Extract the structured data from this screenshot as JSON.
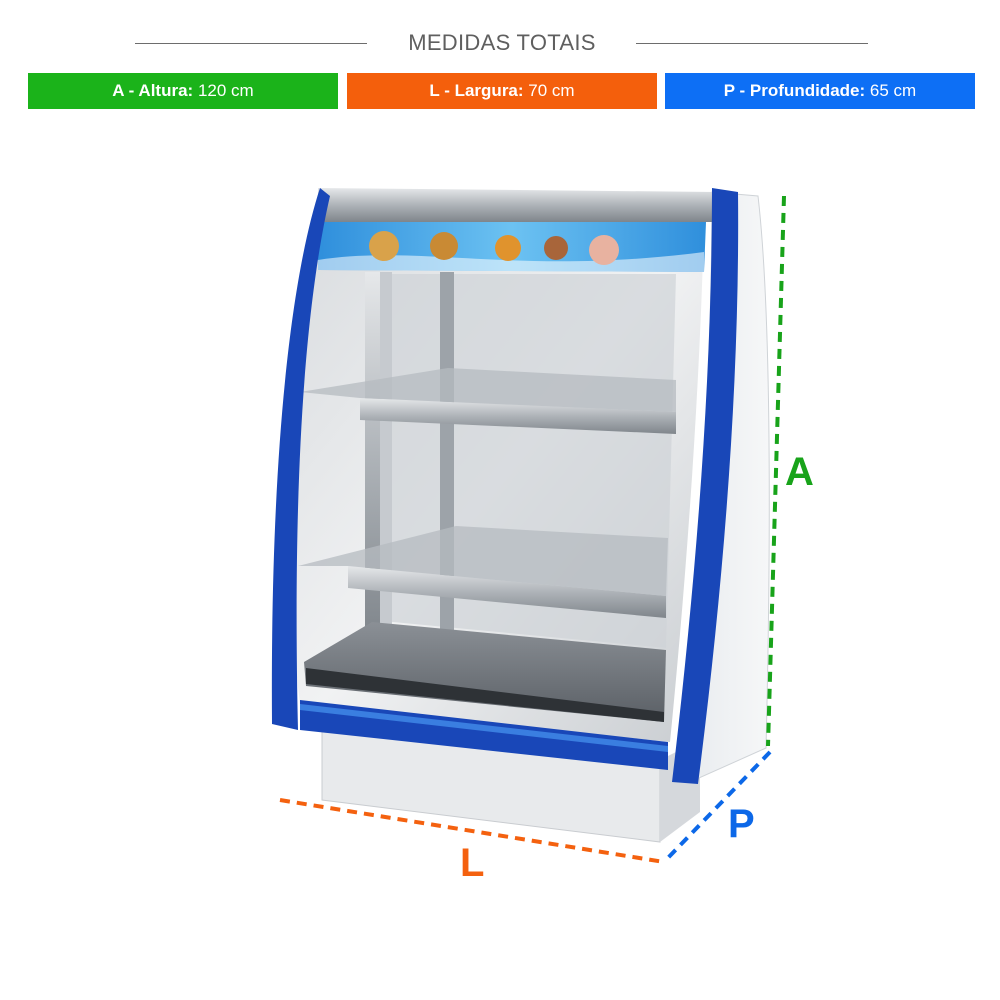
{
  "heading": "MEDIDAS TOTAIS",
  "dimensions": [
    {
      "key": "A - Altura:",
      "value": "120 cm",
      "color": "#1bb31a"
    },
    {
      "key": "L - Largura:",
      "value": "70 cm",
      "color": "#f45f0c"
    },
    {
      "key": "P - Profundidade:",
      "value": "65 cm",
      "color": "#0d6ff5"
    }
  ],
  "figure": {
    "letter_height": "A",
    "letter_width": "L",
    "letter_depth": "P"
  },
  "colors": {
    "trim_blue": "#1947b8",
    "panel_blue": "#3ba2e6",
    "steel": "#b9bec4"
  }
}
